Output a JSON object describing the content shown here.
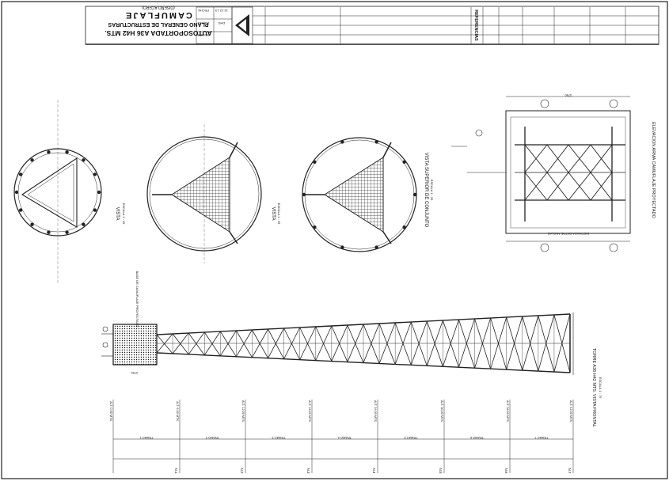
{
  "title_block": {
    "title": "AUTOSOPORTADA A36 H42 MTS.",
    "subtitle": "PLANO GENERAL DE ESTRUCTURAS",
    "brand": "CAMUFLAJE",
    "note": "(DISEÑO ACERO)",
    "references_label": "REFERENCIAS",
    "rev_labels": [
      "FECHA",
      "DIBUJO",
      "REVISO"
    ],
    "rev_values": [
      "12-12-13",
      "DHS"
    ]
  },
  "plans": {
    "plan1_title": "VISTA",
    "plan1_scale": "ESCALA 1 : 25",
    "plan2_title": "VISTA",
    "plan2_scale": "ESCALA 1 : 25",
    "plan3_title": "VISTA SUPERIOR DE CONJUNTO",
    "plan3_scale": "ESCALA 1 : 25",
    "elevation_title": "ELEVACION ARMA CAMUFLAJE PROYECTADO",
    "elevation_dim_top": "3790",
    "elevation_dim_bottom": "DISTANCIA ENTRE ANCLAS"
  },
  "tower": {
    "view_title": "TORRE A36 H42 MTS. VISTA FRONTAL",
    "view_scale": "ESCALA 1 : 75",
    "base_label": "BASE DE CAMUFLAJE PROYECTADO",
    "base_dim": "3790",
    "levels": [
      "N.1",
      "N.2",
      "N.3",
      "N.4",
      "N.5",
      "N.6",
      "N.7"
    ],
    "section_labels": [
      "TRAMO 1",
      "TRAMO 2",
      "TRAMO 3",
      "TRAMO 4",
      "TRAMO 5",
      "TRAMO 6",
      "TRAMO 7"
    ],
    "heights": [
      "ALT. 0.00 MTS.",
      "ALT. 6.00 MTS.",
      "ALT. 12.00 MTS.",
      "ALT. 18.00 MTS.",
      "ALT. 24.00 MTS.",
      "ALT. 30.00 MTS.",
      "ALT. 36.00 MTS.",
      "ALT. 42.00 MTS."
    ]
  }
}
